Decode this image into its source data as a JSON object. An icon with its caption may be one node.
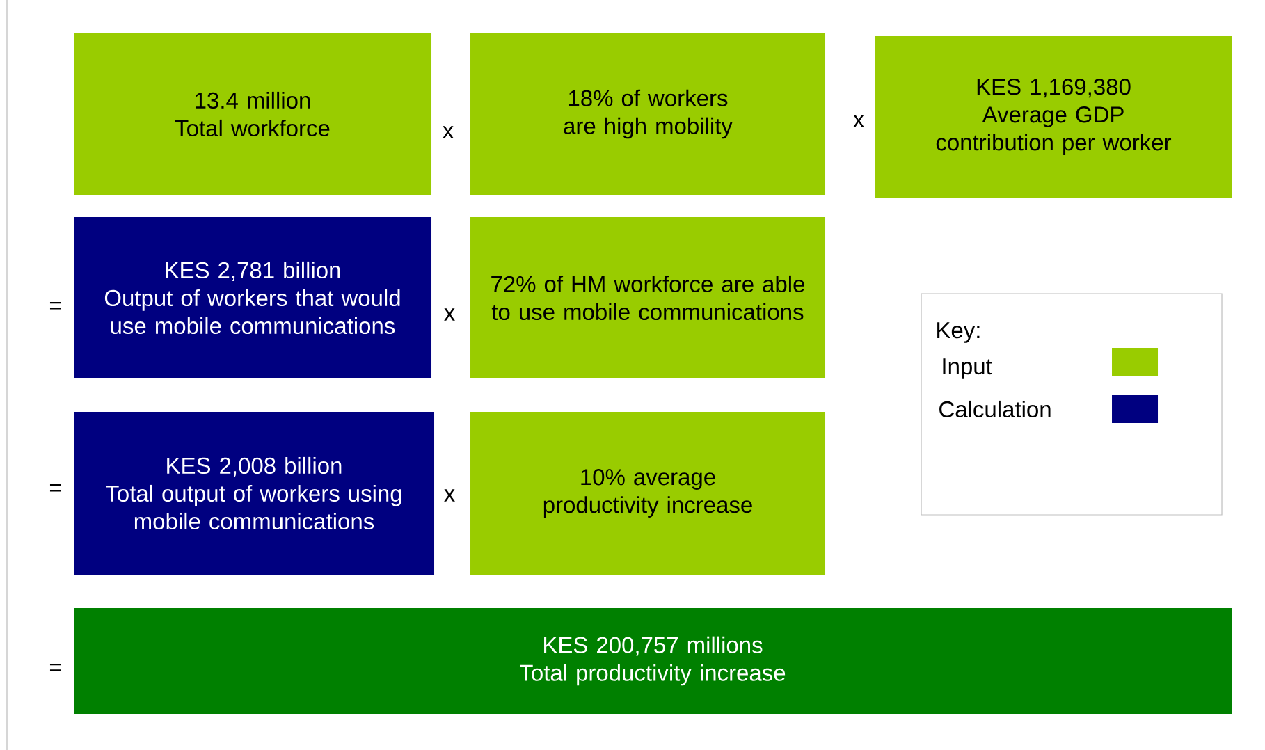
{
  "diagram": {
    "nodes": [
      {
        "text": [
          "13.4 million",
          "Total workforce"
        ]
      },
      {
        "text": [
          "18% of workers are high mobility"
        ]
      },
      {
        "text": [
          "KES  1,169,380",
          "Average GDP contribution per worker"
        ]
      },
      {
        "text": [
          "KES 2,781 billion",
          "Output of workers that would use mobile communications"
        ]
      },
      {
        "text": [
          "72% of HM workforce are able to use mobile communications"
        ]
      },
      {
        "text": [
          "KES 2,008 billion",
          "Total output of workers using mobile communications"
        ]
      },
      {
        "text": [
          "10% average productivity increase"
        ]
      },
      {
        "text": [
          "KES 200,757 millions",
          "Total productivity increase"
        ]
      }
    ],
    "labels": [
      "x",
      "x",
      "=",
      "x",
      "=",
      "x",
      "=",
      "Key:"
    ],
    "legend": [
      {
        "text": "Input",
        "color": "#99cc00"
      },
      {
        "text": "Calculation",
        "color": "#000080"
      }
    ]
  }
}
